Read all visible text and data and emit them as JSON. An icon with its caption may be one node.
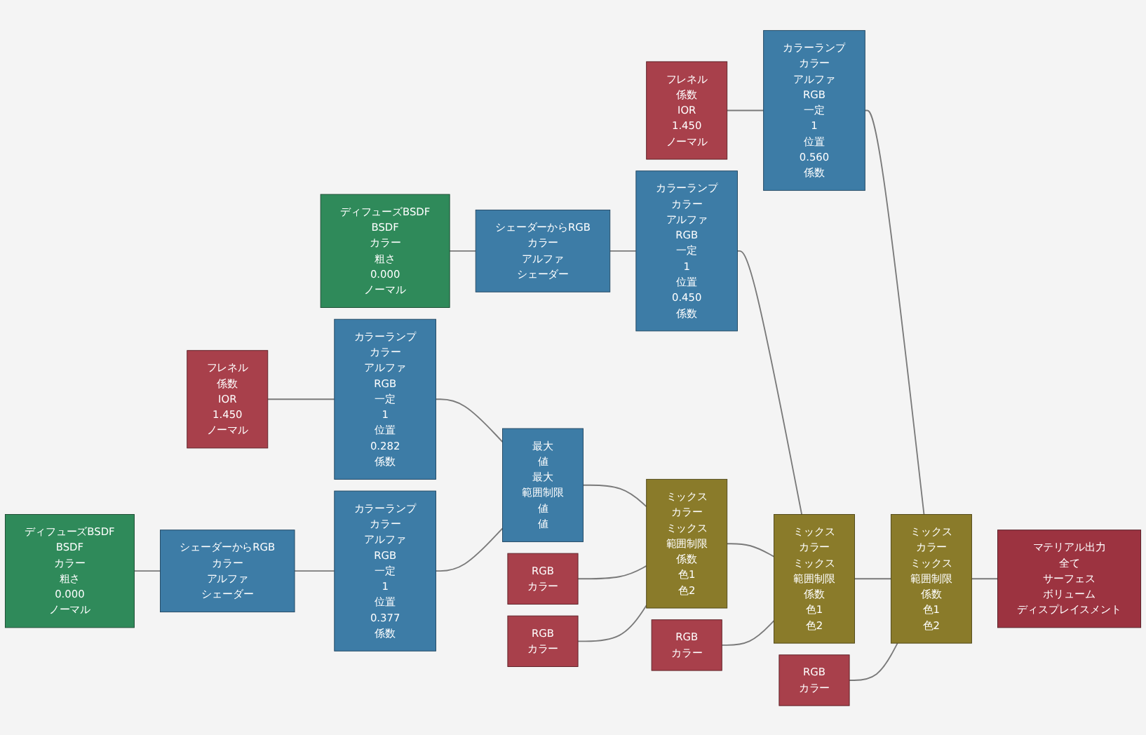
{
  "diagram": {
    "nodes": [
      {
        "text": [
          "フレネル",
          "係数",
          "IOR",
          "1.450",
          "ノーマル"
        ]
      },
      {
        "text": [
          "カラーランプ",
          "カラー",
          "アルファ",
          "RGB",
          "一定",
          "1",
          "位置",
          "0.560",
          "係数"
        ]
      },
      {
        "text": [
          "ミックス",
          "カラー",
          "ミックス",
          "範囲制限",
          "係数",
          "色1",
          "色2"
        ]
      },
      {
        "text": [
          "ディフューズBSDF",
          "BSDF",
          "カラー",
          "粗さ",
          "0.000",
          "ノーマル"
        ]
      },
      {
        "text": [
          "シェーダーからRGB",
          "カラー",
          "アルファ",
          "シェーダー"
        ]
      },
      {
        "text": [
          "カラーランプ",
          "カラー",
          "アルファ",
          "RGB",
          "一定",
          "1",
          "位置",
          "0.450",
          "係数"
        ]
      },
      {
        "text": [
          "フレネル",
          "係数",
          "IOR",
          "1.450",
          "ノーマル"
        ]
      },
      {
        "text": [
          "カラーランプ",
          "カラー",
          "アルファ",
          "RGB",
          "一定",
          "1",
          "位置",
          "0.282",
          "係数"
        ]
      },
      {
        "text": [
          "ミックス",
          "カラー",
          "ミックス",
          "範囲制限",
          "係数",
          "色1",
          "色2"
        ]
      },
      {
        "text": [
          "RGB",
          "カラー"
        ]
      },
      {
        "text": [
          "マテリアル出力",
          "全て",
          "サーフェス",
          "ボリューム",
          "ディスプレイスメント"
        ]
      },
      {
        "text": [
          "最大",
          "値",
          "最大",
          "範囲制限",
          "値",
          "値"
        ]
      },
      {
        "text": [
          "ミックス",
          "カラー",
          "ミックス",
          "範囲制限",
          "係数",
          "色1",
          "色2"
        ]
      },
      {
        "text": [
          "ディフューズBSDF",
          "BSDF",
          "カラー",
          "粗さ",
          "0.000",
          "ノーマル"
        ]
      },
      {
        "text": [
          "シェーダーからRGB",
          "カラー",
          "アルファ",
          "シェーダー"
        ]
      },
      {
        "text": [
          "RGB",
          "カラー"
        ]
      },
      {
        "text": [
          "RGB",
          "カラー"
        ]
      },
      {
        "text": [
          "RGB",
          "カラー"
        ]
      },
      {
        "text": [
          "カラーランプ",
          "カラー",
          "アルファ",
          "RGB",
          "一定",
          "1",
          "位置",
          "0.377",
          "係数"
        ]
      }
    ],
    "edges": [
      {
        "from": 0,
        "to": 1,
        "arrow": "none"
      },
      {
        "from": 1,
        "to": 2,
        "arrow": "none"
      },
      {
        "from": 8,
        "to": 2,
        "arrow": "none"
      },
      {
        "from": 9,
        "to": 2,
        "arrow": "none"
      },
      {
        "from": 2,
        "to": 10,
        "arrow": "none"
      },
      {
        "from": 3,
        "to": 4,
        "arrow": "none"
      },
      {
        "from": 4,
        "to": 5,
        "arrow": "none"
      },
      {
        "from": 5,
        "to": 8,
        "arrow": "none"
      },
      {
        "from": 12,
        "to": 8,
        "arrow": "none"
      },
      {
        "from": 15,
        "to": 8,
        "arrow": "none"
      },
      {
        "from": 6,
        "to": 7,
        "arrow": "none"
      },
      {
        "from": 7,
        "to": 11,
        "arrow": "none"
      },
      {
        "from": 18,
        "to": 11,
        "arrow": "none"
      },
      {
        "from": 11,
        "to": 12,
        "arrow": "none"
      },
      {
        "from": 16,
        "to": 12,
        "arrow": "none"
      },
      {
        "from": 17,
        "to": 12,
        "arrow": "none"
      },
      {
        "from": 13,
        "to": 14,
        "arrow": "none"
      },
      {
        "from": 14,
        "to": 18,
        "arrow": "none"
      }
    ]
  }
}
